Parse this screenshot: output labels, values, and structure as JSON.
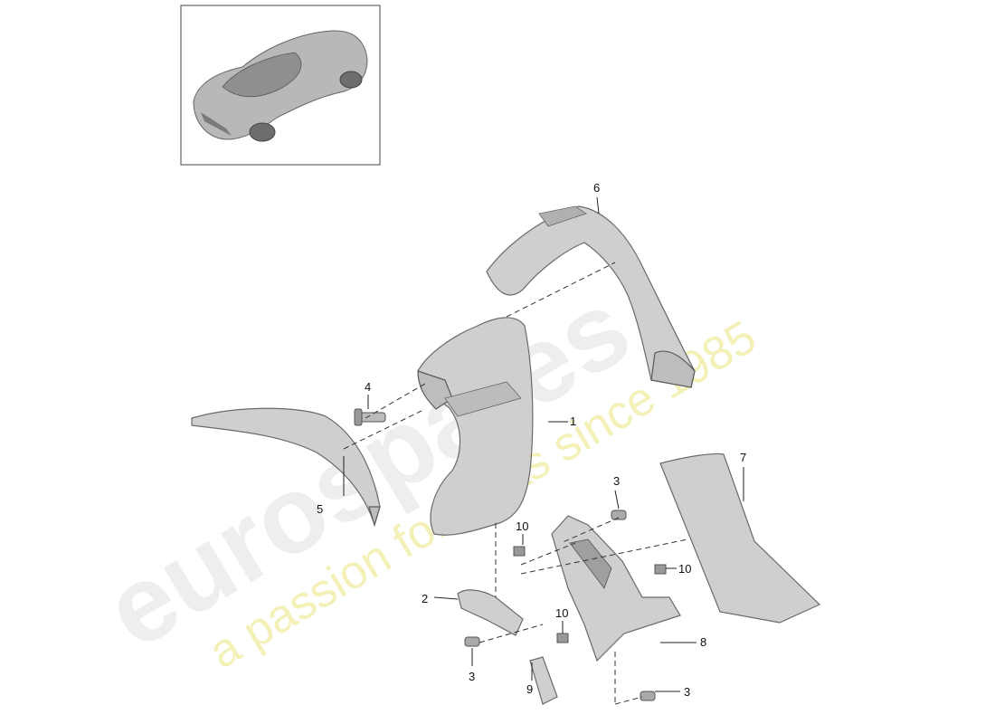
{
  "watermark": {
    "brand": "eurospares",
    "tagline": "a passion for parts since 1985"
  },
  "callouts": {
    "c1": "1",
    "c2": "2",
    "c3a": "3",
    "c3b": "3",
    "c3c": "3",
    "c4": "4",
    "c5": "5",
    "c6": "6",
    "c7": "7",
    "c8": "8",
    "c9": "9",
    "c10a": "10",
    "c10b": "10",
    "c10c": "10"
  }
}
